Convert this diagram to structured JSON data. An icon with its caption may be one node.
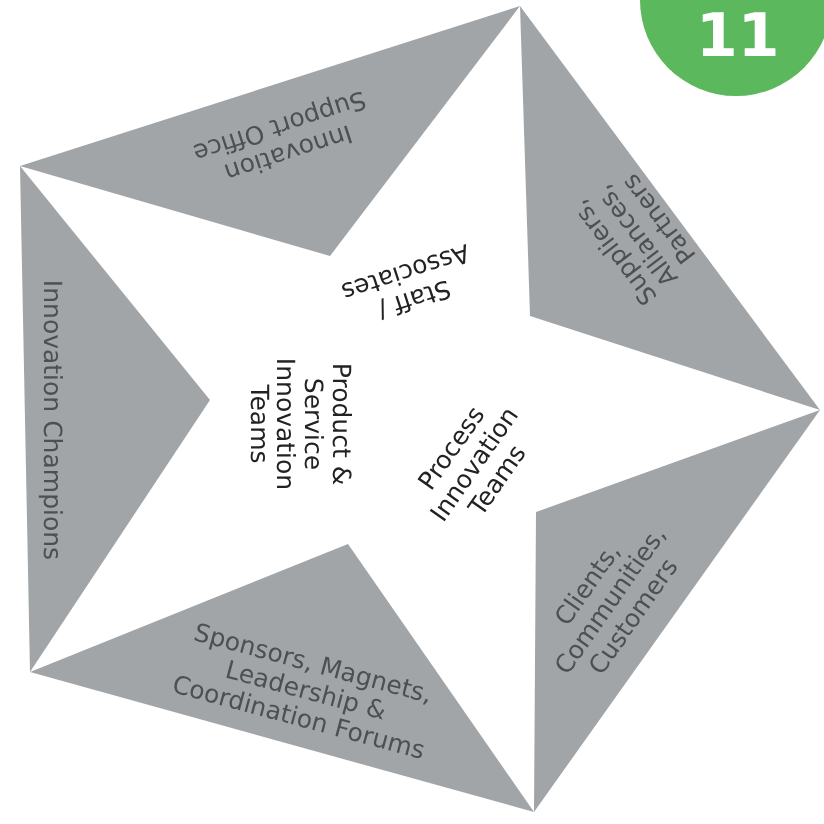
{
  "diagram": {
    "nodes": [
      {
        "text": [
          "Staff / Associates",
          "Product & Service Innovation Teams",
          "Process Innovation Teams"
        ]
      },
      {
        "text": [
          "Innovation Support Office"
        ]
      },
      {
        "text": [
          "Suppliers, Alliances, Partners"
        ]
      },
      {
        "text": [
          "Clients, Communities, Customers"
        ]
      },
      {
        "text": [
          "Sponsors, Magnets, Leadership & Coordination Forums"
        ]
      },
      {
        "text": [
          "Innovation Champions"
        ]
      }
    ],
    "labels": [
      "11"
    ]
  }
}
